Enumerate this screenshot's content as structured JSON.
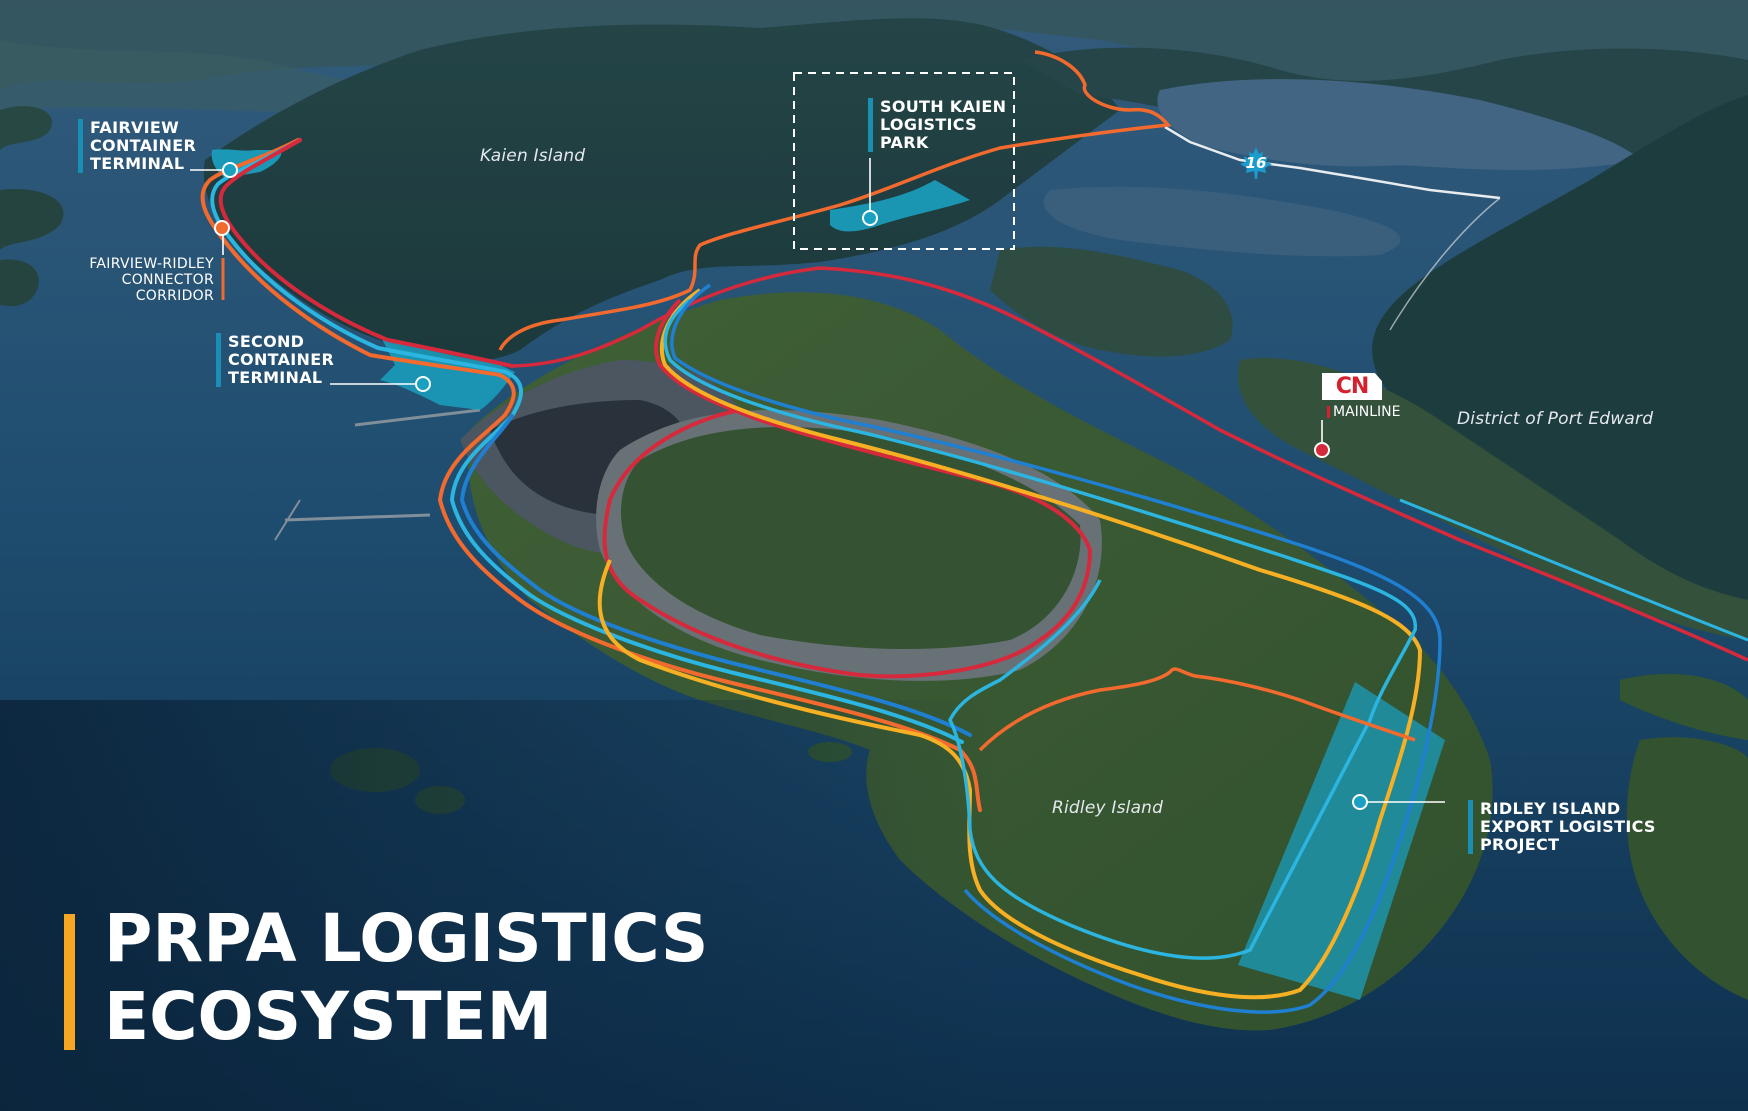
{
  "title": {
    "line1": "PRPA LOGISTICS",
    "line2": "ECOSYSTEM",
    "accent_color": "#f5a623"
  },
  "places": {
    "kaien_island": "Kaien Island",
    "ridley_island": "Ridley Island",
    "port_edward": "District of Port Edward"
  },
  "callouts": {
    "fairview": {
      "line1": "FAIRVIEW",
      "line2": "CONTAINER",
      "line3": "TERMINAL"
    },
    "connector": {
      "line1": "FAIRVIEW-RIDLEY",
      "line2": "CONNECTOR",
      "line3": "CORRIDOR"
    },
    "second_terminal": {
      "line1": "SECOND",
      "line2": "CONTAINER",
      "line3": "TERMINAL"
    },
    "south_kaien": {
      "line1": "SOUTH KAIEN",
      "line2": "LOGISTICS",
      "line3": "PARK"
    },
    "ridley_export": {
      "line1": "RIDLEY ISLAND",
      "line2": "EXPORT LOGISTICS",
      "line3": "PROJECT"
    },
    "cn_mainline": {
      "logo": "CN",
      "label": "MAINLINE"
    }
  },
  "highway": {
    "number": "16",
    "icon": "maple-leaf-icon"
  },
  "colors": {
    "route_orange": "#f26a2e",
    "route_red": "#d62a3c",
    "route_cyan": "#2bb5e0",
    "route_blue": "#1f7fd1",
    "route_yellow": "#f7b023",
    "site_fill": "#1aa0c0",
    "label_bar": "#1a8fb3",
    "cn_red": "#d5202e"
  }
}
